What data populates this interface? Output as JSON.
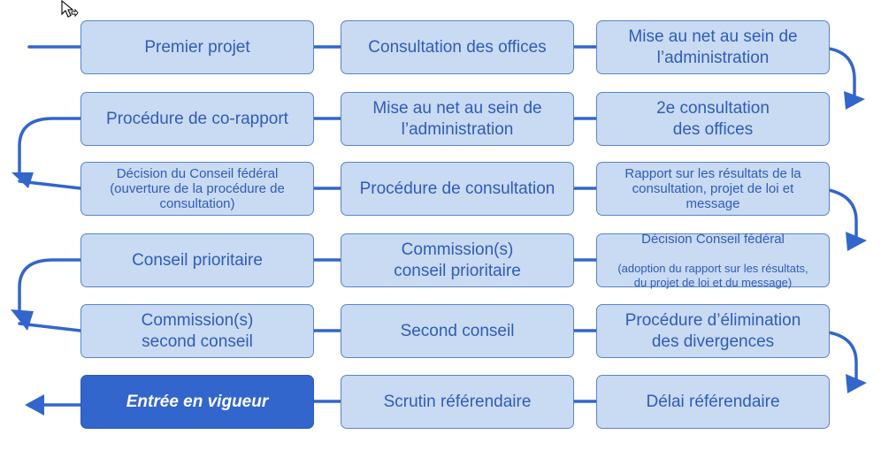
{
  "colors": {
    "box_fill": "#c9daf3",
    "box_border": "#5a84c7",
    "box_text": "#2e5db8",
    "final_fill": "#3366cc",
    "final_text": "#ffffff",
    "connector": "#3366cc"
  },
  "steps": {
    "premier_projet": "Premier projet",
    "consultation_offices": "Consultation des offices",
    "mise_au_net_1": "Mise au net au sein de\nl’administration",
    "deuxieme_consultation": "2e consultation\ndes offices",
    "mise_au_net_2": "Mise au net au sein de\nl’administration",
    "procedure_co_rapport": "Procédure de co-rapport",
    "decision_cf_1": "Décision du Conseil fédéral\n(ouverture de la procédure de\nconsultation)",
    "procedure_consultation": "Procédure de consultation",
    "rapport_resultats": "Rapport sur les résultats de la\nconsultation, projet de loi et\nmessage",
    "decision_cf_2_title": "Décision Conseil fédéral",
    "decision_cf_2_note": "(adoption du rapport sur les résultats,\ndu projet de loi et du message)",
    "commission_prioritaire": "Commission(s)\nconseil prioritaire",
    "conseil_prioritaire": "Conseil prioritaire",
    "commission_second": "Commission(s)\nsecond conseil",
    "second_conseil": "Second conseil",
    "elimination_divergences": "Procédure d’élimination\ndes divergences",
    "delai_referendaire": "Délai référendaire",
    "scrutin_referendaire": "Scrutin référendaire",
    "entree_en_vigueur": "Entrée en vigueur"
  },
  "icons": {
    "cursor": "move-cursor-icon"
  }
}
